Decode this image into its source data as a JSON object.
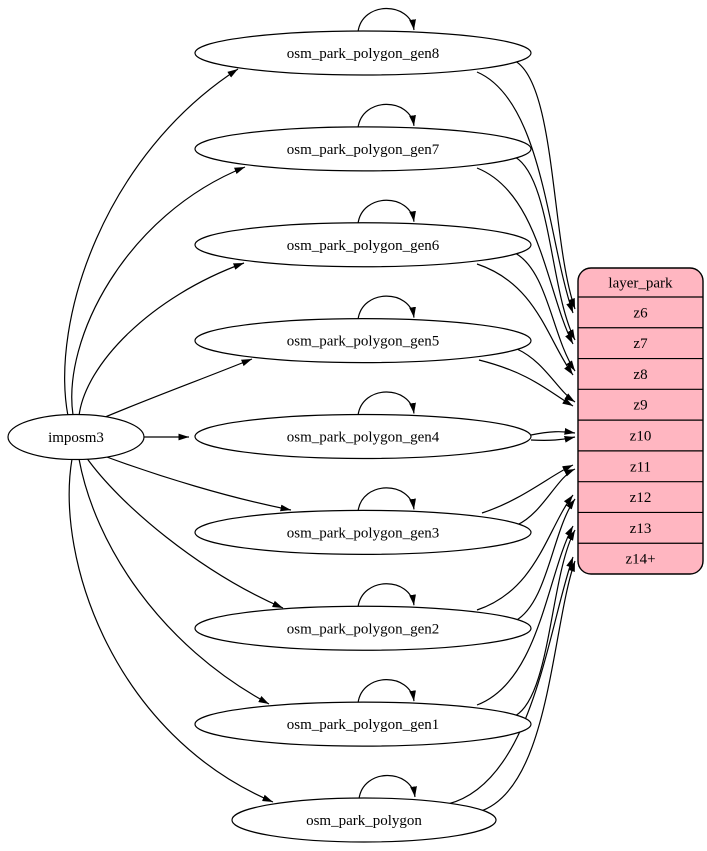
{
  "diagram": {
    "source": {
      "label": "imposm3"
    },
    "tables": [
      {
        "label": "osm_park_polygon_gen8",
        "zoom": "z6"
      },
      {
        "label": "osm_park_polygon_gen7",
        "zoom": "z7"
      },
      {
        "label": "osm_park_polygon_gen6",
        "zoom": "z8"
      },
      {
        "label": "osm_park_polygon_gen5",
        "zoom": "z9"
      },
      {
        "label": "osm_park_polygon_gen4",
        "zoom": "z10"
      },
      {
        "label": "osm_park_polygon_gen3",
        "zoom": "z11"
      },
      {
        "label": "osm_park_polygon_gen2",
        "zoom": "z12"
      },
      {
        "label": "osm_park_polygon_gen1",
        "zoom": "z13"
      },
      {
        "label": "osm_park_polygon",
        "zoom": "z14+"
      }
    ],
    "layer": {
      "title": "layer_park",
      "rows": [
        "z6",
        "z7",
        "z8",
        "z9",
        "z10",
        "z11",
        "z12",
        "z13",
        "z14+"
      ]
    },
    "colors": {
      "layer_fill": "#ffb6c1",
      "node_fill": "#ffffff",
      "stroke": "#000000",
      "text": "#000000",
      "background": "#ffffff"
    }
  }
}
